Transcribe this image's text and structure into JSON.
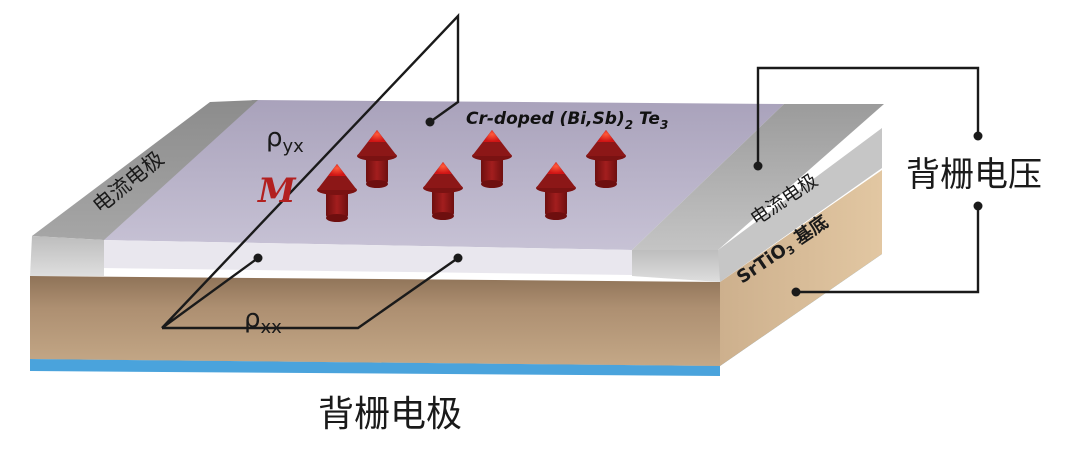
{
  "labels": {
    "film": "Cr-doped (Bi,Sb)",
    "film_sub": "2",
    "film_te": " Te",
    "film_te_sub": "3",
    "rho_yx": "ρ",
    "rho_yx_sub": "yx",
    "rho_xx": "ρ",
    "rho_xx_sub": "xx",
    "magnetization": "M",
    "current_electrode_left": "电流电极",
    "current_electrode_right": "电流电极",
    "substrate": "SrTiO",
    "substrate_sub": "3",
    "substrate_suffix": " 基底",
    "back_gate_voltage": "背栅电压",
    "back_gate_electrode": "背栅电极"
  },
  "colors": {
    "film": "#b9b4c9",
    "electrode": "#8a8a8a",
    "substrate_front": "#a98b6d",
    "substrate_side": "#d6b891",
    "back_gate": "#3f94d0",
    "arrow_body": "#8c1717",
    "arrow_tip": "#e8241c",
    "magnetization_label": "#b22020"
  },
  "arrows": [
    {
      "id": "arrow-1"
    },
    {
      "id": "arrow-2"
    },
    {
      "id": "arrow-3"
    },
    {
      "id": "arrow-4"
    },
    {
      "id": "arrow-5"
    },
    {
      "id": "arrow-6"
    },
    {
      "id": "arrow-7"
    }
  ]
}
